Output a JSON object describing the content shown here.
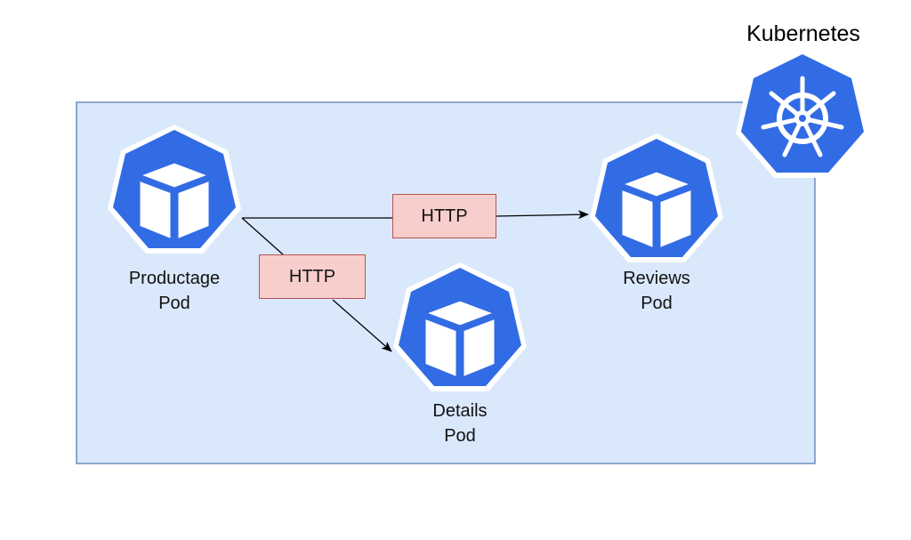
{
  "diagram": {
    "cluster_title": "Kubernetes",
    "pods": [
      {
        "name": "Productage",
        "kind": "Pod"
      },
      {
        "name": "Reviews",
        "kind": "Pod"
      },
      {
        "name": "Details",
        "kind": "Pod"
      }
    ],
    "connections": [
      {
        "from": "Productage",
        "to": "Reviews",
        "label": "HTTP"
      },
      {
        "from": "Productage",
        "to": "Details",
        "label": "HTTP"
      }
    ]
  },
  "colors": {
    "cluster_fill": "#dae8fc",
    "cluster_border": "#6c8ebf",
    "pod_blue": "#326ce5",
    "http_fill": "#f8cecc",
    "http_border": "#b85450"
  },
  "icons": {
    "pod": "kubernetes-pod-cube-icon",
    "cluster": "kubernetes-helm-wheel-icon"
  }
}
